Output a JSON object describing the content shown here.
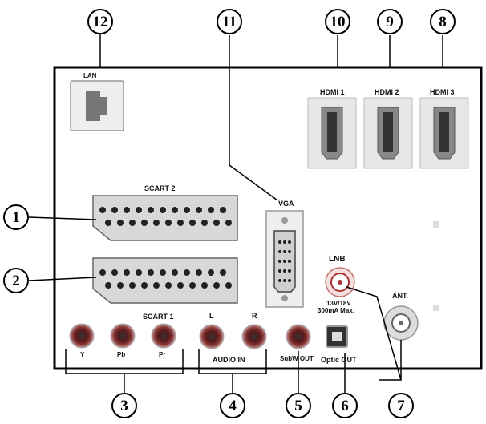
{
  "panel": {
    "ports": {
      "lan": "LAN",
      "hdmi1": "HDMI 1",
      "hdmi2": "HDMI 2",
      "hdmi3": "HDMI 3",
      "scart2": "SCART 2",
      "scart1": "SCART 1",
      "vga": "VGA",
      "lnb": "LNB",
      "lnb_spec_1": "13V/18V",
      "lnb_spec_2": "300mA Max.",
      "ant": "ANT.",
      "y": "Y",
      "pb": "Pb",
      "pr": "Pr",
      "audio_l": "L",
      "audio_r": "R",
      "audio_in": "AUDIO IN",
      "subw_out": "SubW OUT",
      "optic_out": "Optic OUT"
    }
  },
  "callouts": {
    "c1": "1",
    "c2": "2",
    "c3": "3",
    "c4": "4",
    "c5": "5",
    "c6": "6",
    "c7": "7",
    "c8": "8",
    "c9": "9",
    "c10": "10",
    "c11": "11",
    "c12": "12"
  }
}
